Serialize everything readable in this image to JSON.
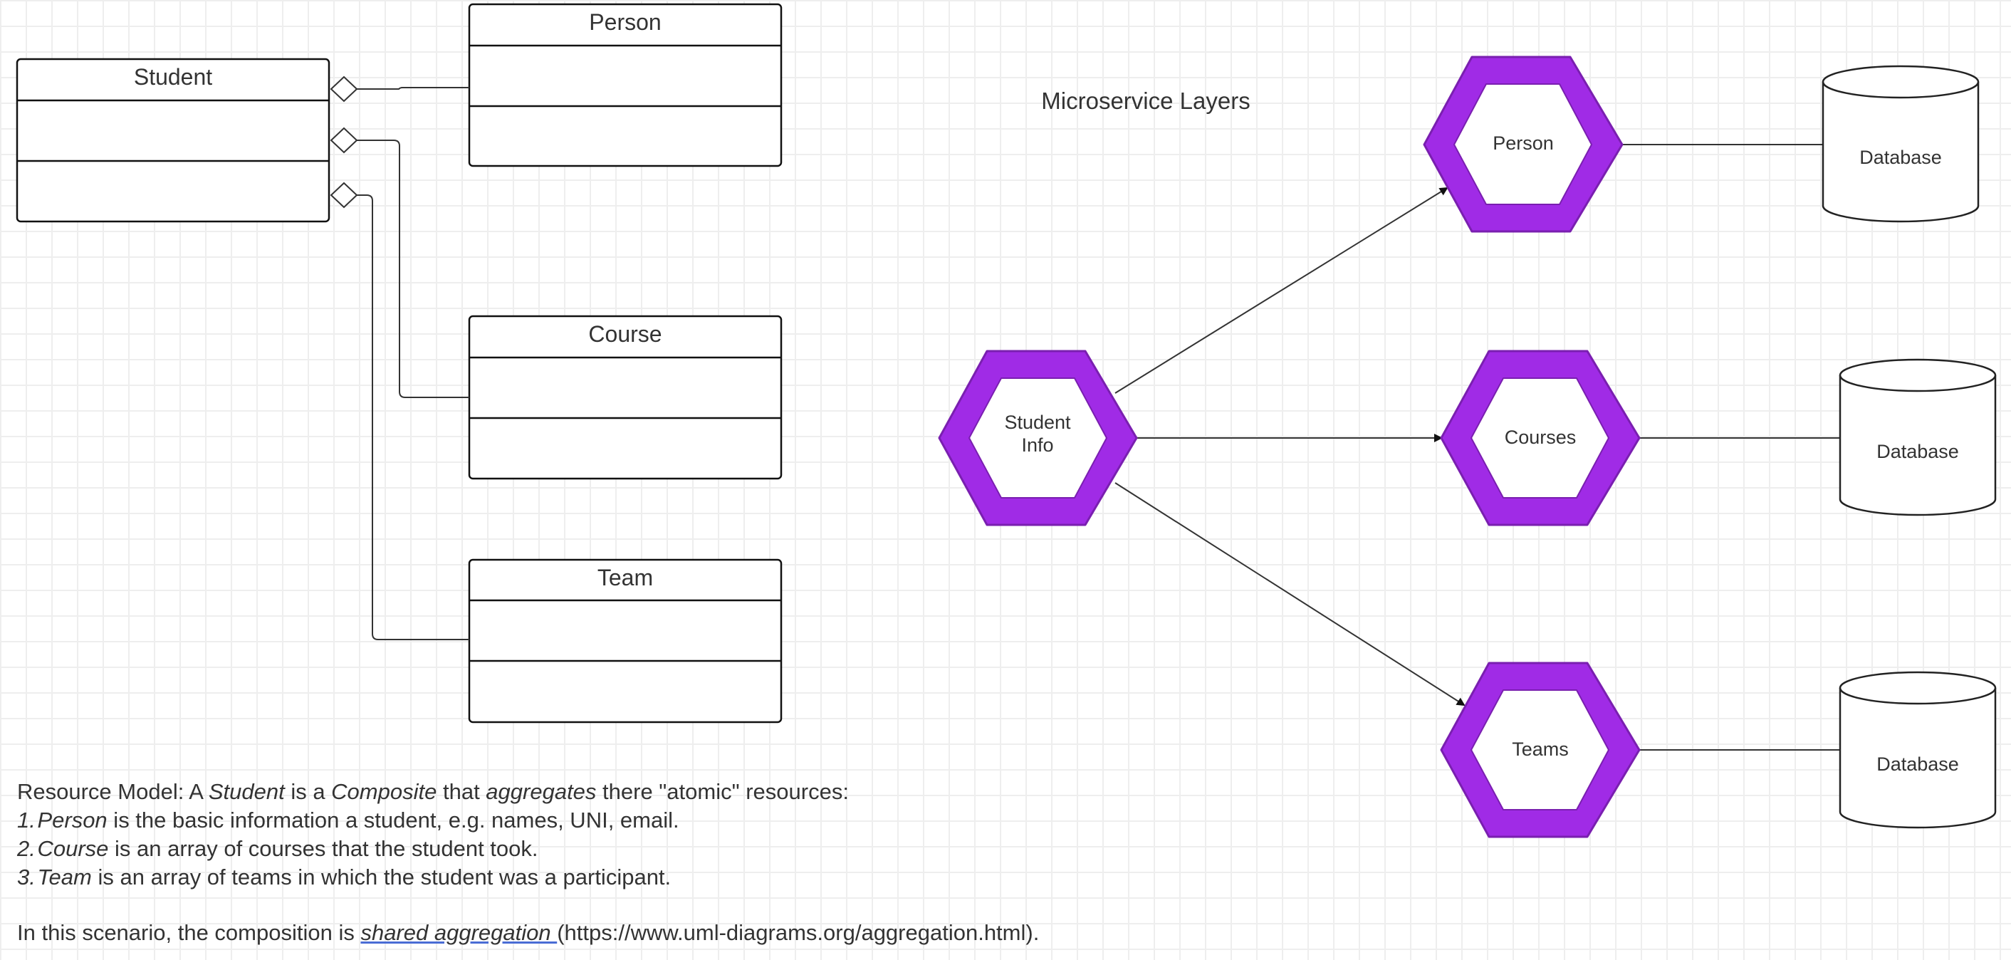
{
  "diagram": {
    "title": "Microservice Layers",
    "classes": [
      {
        "name": "Student"
      },
      {
        "name": "Person"
      },
      {
        "name": "Course"
      },
      {
        "name": "Team"
      }
    ],
    "services": [
      {
        "label_lines": [
          "Student",
          "Info"
        ]
      },
      {
        "label_lines": [
          "Person"
        ]
      },
      {
        "label_lines": [
          "Courses"
        ]
      },
      {
        "label_lines": [
          "Teams"
        ]
      }
    ],
    "databases": [
      {
        "label": "Database"
      },
      {
        "label": "Database"
      },
      {
        "label": "Database"
      }
    ],
    "colors": {
      "service_fill": "#a02be6",
      "service_stroke": "#7a1fb0",
      "line": "#333333"
    }
  },
  "description": {
    "line1": {
      "p1": "Resource Model: A ",
      "i1": "Student",
      "p2": " is a ",
      "i2": "Composite",
      "p3": " that ",
      "i3": "aggregates",
      "p4": " there \"atomic\" resources:"
    },
    "items": [
      {
        "num": "1.",
        "term": "Person",
        "text": " is the basic information a student, e.g. names, UNI, email."
      },
      {
        "num": "2.",
        "term": "Course",
        "text": " is an array of courses that the student took."
      },
      {
        "num": "3.",
        "term": "Team",
        "text": " is an array of teams in which the student was a participant."
      }
    ],
    "final": {
      "p1": "In this scenario, the composition is ",
      "link": "shared aggregation ",
      "p2": "(https://www.uml-diagrams.org/aggregation.html)."
    }
  }
}
